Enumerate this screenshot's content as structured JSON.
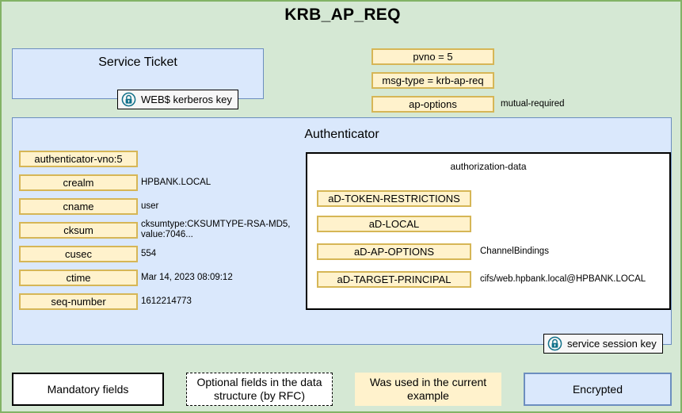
{
  "title": "KRB_AP_REQ",
  "colors": {
    "background": "#d5e8d4",
    "background_border": "#82b366",
    "encrypted_fill": "#dae8fc",
    "encrypted_border": "#6c8ebf",
    "field_fill": "#fff2cc",
    "field_border": "#d6b656",
    "authz_fill": "#ffffff",
    "authz_border": "#000000",
    "lock_icon": "#11718a"
  },
  "service_ticket": {
    "label": "Service Ticket",
    "key_badge": {
      "label": "WEB$ kerberos key",
      "icon": "lock-icon"
    }
  },
  "header_fields": [
    {
      "name": "pvno",
      "label": "pvno = 5",
      "value": ""
    },
    {
      "name": "msg-type",
      "label": "msg-type = krb-ap-req",
      "value": ""
    },
    {
      "name": "ap-options",
      "label": "ap-options",
      "value": "mutual-required"
    }
  ],
  "authenticator": {
    "label": "Authenticator",
    "key_badge": {
      "label": "service session key",
      "icon": "lock-icon"
    },
    "fields": [
      {
        "name": "authenticator-vno",
        "label": "authenticator-vno:5",
        "value": ""
      },
      {
        "name": "crealm",
        "label": "crealm",
        "value": "HPBANK.LOCAL"
      },
      {
        "name": "cname",
        "label": "cname",
        "value": "user"
      },
      {
        "name": "cksum",
        "label": "cksum",
        "value": "cksumtype:CKSUMTYPE-RSA-MD5,\nvalue:7046..."
      },
      {
        "name": "cusec",
        "label": "cusec",
        "value": "554"
      },
      {
        "name": "ctime",
        "label": "ctime",
        "value": "Mar 14, 2023 08:09:12"
      },
      {
        "name": "seq-number",
        "label": "seq-number",
        "value": "1612214773"
      }
    ],
    "authorization_data": {
      "label": "authorization-data",
      "entries": [
        {
          "name": "aD-TOKEN-RESTRICTIONS",
          "label": "aD-TOKEN-RESTRICTIONS",
          "value": ""
        },
        {
          "name": "aD-LOCAL",
          "label": "aD-LOCAL",
          "value": ""
        },
        {
          "name": "aD-AP-OPTIONS",
          "label": "aD-AP-OPTIONS",
          "value": "ChannelBindings"
        },
        {
          "name": "aD-TARGET-PRINCIPAL",
          "label": "aD-TARGET-PRINCIPAL",
          "value": "cifs/web.hpbank.local@HPBANK.LOCAL"
        }
      ]
    }
  },
  "legend": [
    {
      "name": "mandatory",
      "label": "Mandatory fields"
    },
    {
      "name": "optional",
      "label": "Optional fields in the data structure (by RFC)"
    },
    {
      "name": "used",
      "label": "Was used in the current example"
    },
    {
      "name": "encrypted",
      "label": "Encrypted"
    }
  ]
}
